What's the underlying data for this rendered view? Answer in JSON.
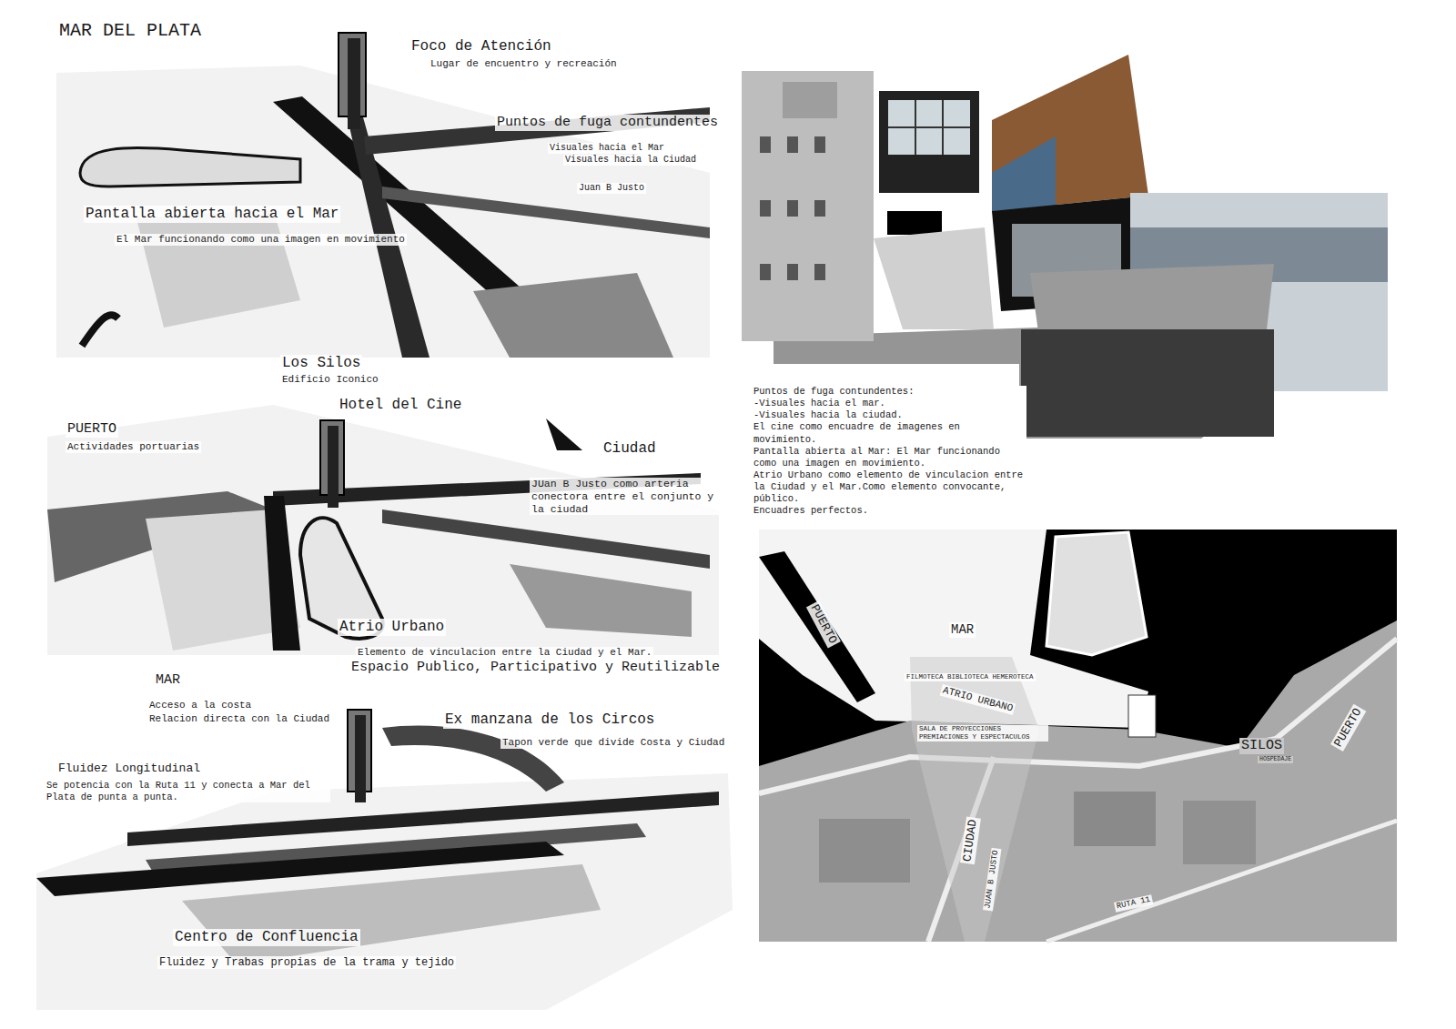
{
  "diagram": {
    "title": "MAR DEL PLATA",
    "labels": [
      "Foco de Atención",
      "Lugar de encuentro y recreación",
      "Puntos de fuga contundentes",
      "Visuales hacia el Mar",
      "Visuales hacia la Ciudad",
      "Juan B Justo",
      "Pantalla abierta hacia el Mar",
      "El Mar funcionando como una imagen en movimiento",
      "Los Silos",
      "Edificio Iconico",
      "Hotel del Cine",
      "PUERTO",
      "Actividades portuarias",
      "Ciudad",
      "JUan B Justo como arteria conectora entre el conjunto y la ciudad",
      "Atrio Urbano",
      "Elemento de vinculacion entre la Ciudad y el Mar.",
      "Espacio Publico, Participativo y Reutilizable",
      "MAR",
      "Acceso a la costa",
      "Relacion directa con la Ciudad",
      "Ex manzana de los Circos",
      "Tapon verde que divide Costa y Ciudad",
      "Fluidez Longitudinal",
      "Se potencia con la Ruta 11 y conecta a Mar del Plata de punta a punta.",
      "Centro de Confluencia",
      "Fluidez y Trabas propias de la trama y tejido",
      "Puntos de fuga contundentes:",
      "-Visuales hacia el mar.",
      "-Visuales hacia la ciudad.",
      "El cine como encuadre de imagenes en movimiento.",
      "Pantalla abierta al Mar: El Mar funcionando como una imagen en movimiento.",
      "Atrio Urbano como elemento de vinculacion entre la Ciudad y el Mar.Como elemento convocante, público.",
      "Encuadres perfectos.",
      "PUERTO",
      "MAR",
      "FILMOTECA BIBLIOTECA HEMEROTECA",
      "ATRIO URBANO",
      "SALA DE PROYECCIONES PREMIACIONES Y ESPECTACULOS",
      "SILOS",
      "HOSPEDAJE",
      "PUERTO",
      "CIUDAD",
      "JUAN B JUSTO",
      "RUTA 11"
    ]
  }
}
